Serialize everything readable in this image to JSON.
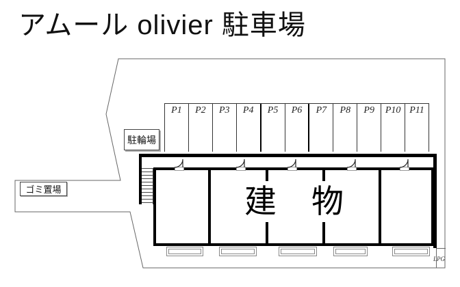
{
  "page": {
    "title": "アムール olivier 駐車場"
  },
  "labels": {
    "bicycle_parking": "駐輪場",
    "garbage_area": "ゴミ置場",
    "building_char_1": "建",
    "building_char_2": "物",
    "lpg": "LPG"
  },
  "parking_stalls": [
    "P1",
    "P2",
    "P3",
    "P4",
    "P5",
    "P6",
    "P7",
    "P8",
    "P9",
    "P10",
    "P11"
  ],
  "colors": {
    "wall": "#000000",
    "thin_line": "#555555",
    "ink": "#111111",
    "background": "#ffffff"
  }
}
